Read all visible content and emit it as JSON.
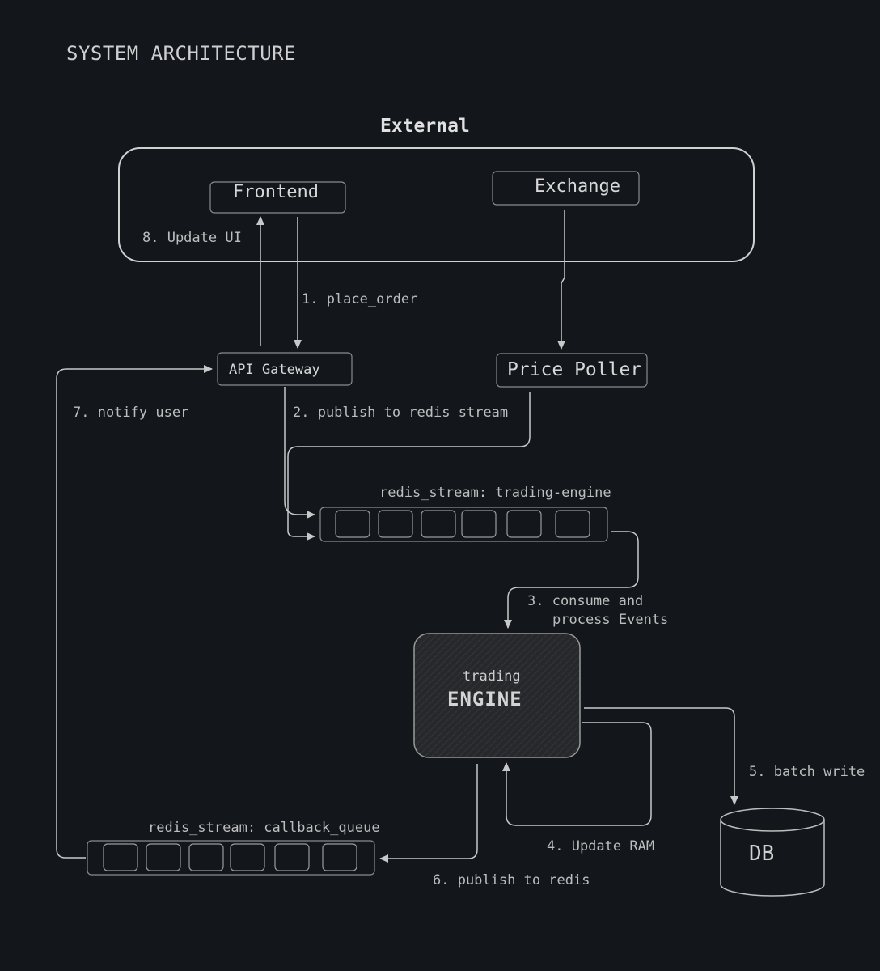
{
  "title": "SYSTEM ARCHITECTURE",
  "external_group": {
    "label": "External"
  },
  "nodes": {
    "frontend": "Frontend",
    "exchange": "Exchange",
    "api_gateway": "API Gateway",
    "price_poller": "Price Poller",
    "engine_small": "trading",
    "engine_main": "ENGINE",
    "db": "DB"
  },
  "queues": {
    "trading_engine": {
      "label": "redis_stream: trading-engine",
      "slots": 6
    },
    "callback_queue": {
      "label": "redis_stream: callback_queue",
      "slots": 6
    }
  },
  "edges": {
    "place_order": "1. place_order",
    "publish_stream": "2. publish to redis stream",
    "consume_line1": "3. consume and",
    "consume_line2": "process Events",
    "update_ram": "4. Update RAM",
    "batch_write": "5. batch write",
    "publish_redis": "6. publish to redis",
    "notify_user": "7. notify user",
    "update_ui": "8. Update UI"
  },
  "colors": {
    "background": "#13171c",
    "stroke": "#bdbdbd",
    "engine_fill": "#2a2b2e"
  }
}
